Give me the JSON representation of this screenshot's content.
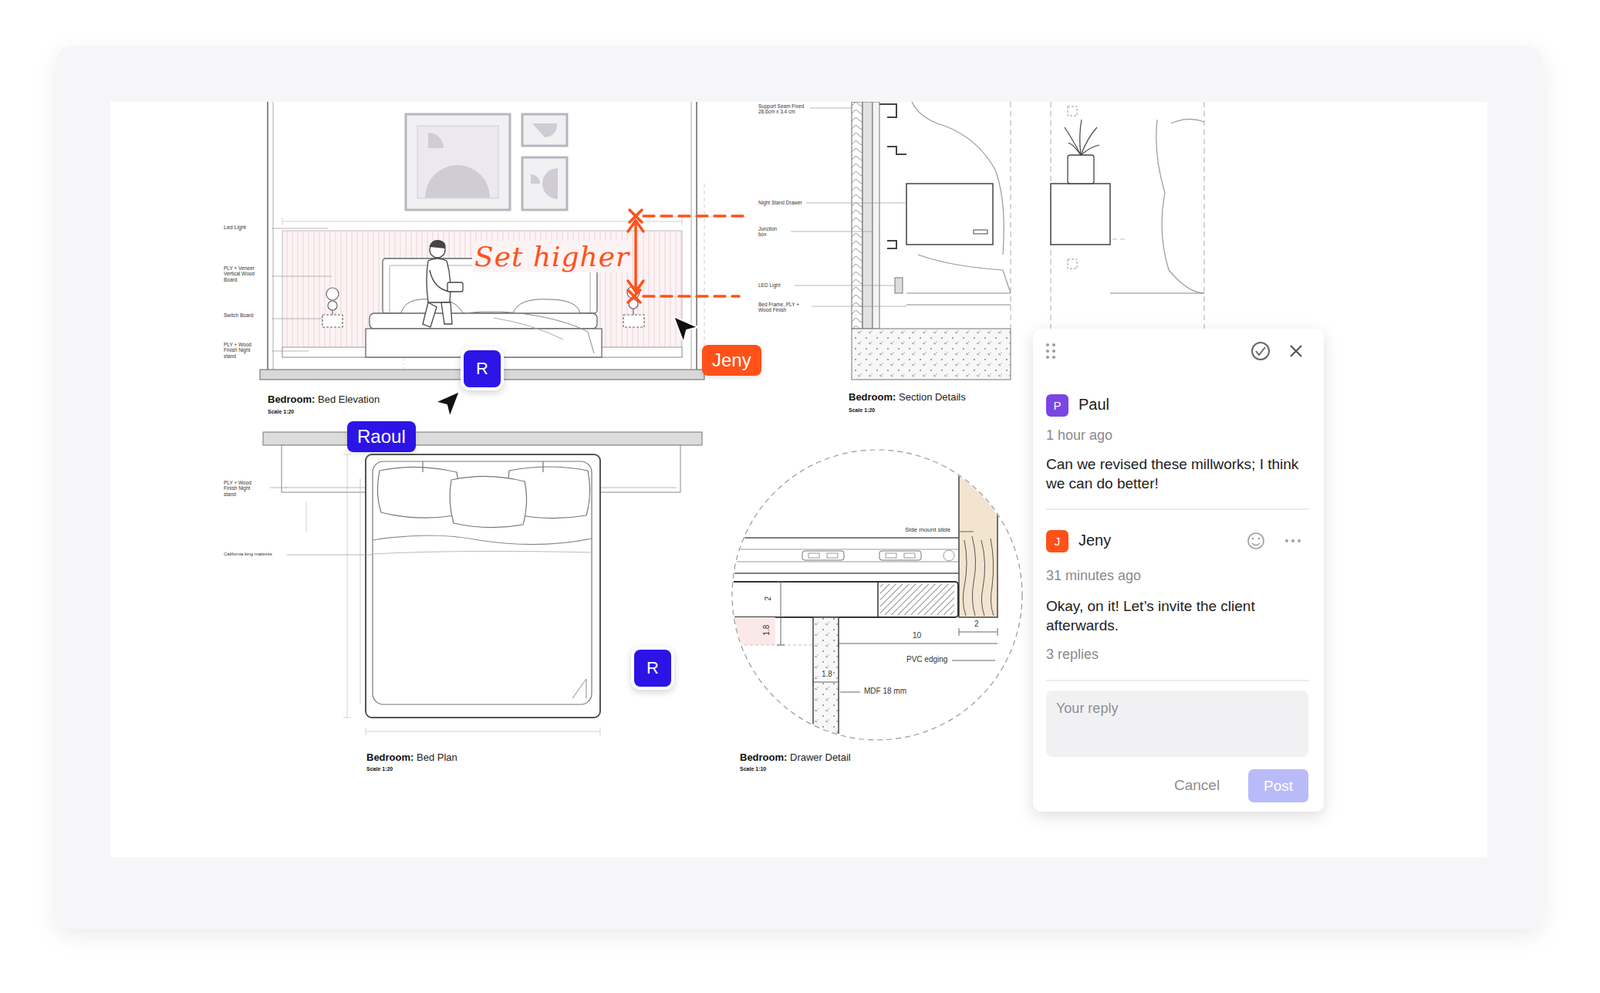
{
  "diagram": {
    "nodes": [
      {
        "text": [
          "Jeny"
        ]
      },
      {
        "text": [
          "R"
        ]
      },
      {
        "text": [
          "Raoul"
        ]
      },
      {
        "text": [
          "R"
        ]
      },
      {
        "text": [
          "Cancel"
        ]
      },
      {
        "text": [
          "Paul",
          "1 hour ago",
          "Can we revised these millworks; I think we can do better!"
        ],
        "in": 4
      },
      {
        "text": [
          "P"
        ],
        "in": 5
      },
      {
        "text": [
          "Jeny",
          "31 minutes ago",
          "Okay, on it! Let’s invite the client afterwards.",
          "3 replies"
        ],
        "in": 4
      },
      {
        "text": [
          "J"
        ],
        "in": 7
      },
      {
        "text": [
          "Your reply"
        ],
        "in": 4
      },
      {
        "text": [
          "Post"
        ],
        "in": 4
      }
    ],
    "labels": [
      "Led Light",
      "PLY + Veneer Vertical Wood Board",
      "Switch Board",
      "PLY + Wood Finish Night stand",
      "Set higher",
      "Bedroom:",
      "Bed Elevation",
      "Scale 1:20",
      "PLY + Wood Finish Night stand",
      "California king mattress",
      "Bedroom:",
      "Bed Plan",
      "Scale 1:20",
      "Support Seam Fixed 28.6cm x 3.4 cm",
      "Night Stand Drawer",
      "Junction box",
      "LED Light",
      "Bed Frame, PLY + Wood Finish",
      "Bedroom:",
      "Section Details",
      "Scale 1:20",
      "Side mount slide",
      "2",
      "1.8",
      "2",
      "10",
      "PVC edging",
      "1.8",
      "MDF 18 mm",
      "Bedroom:",
      "Drawer Detail",
      "Scale 1:10"
    ]
  }
}
